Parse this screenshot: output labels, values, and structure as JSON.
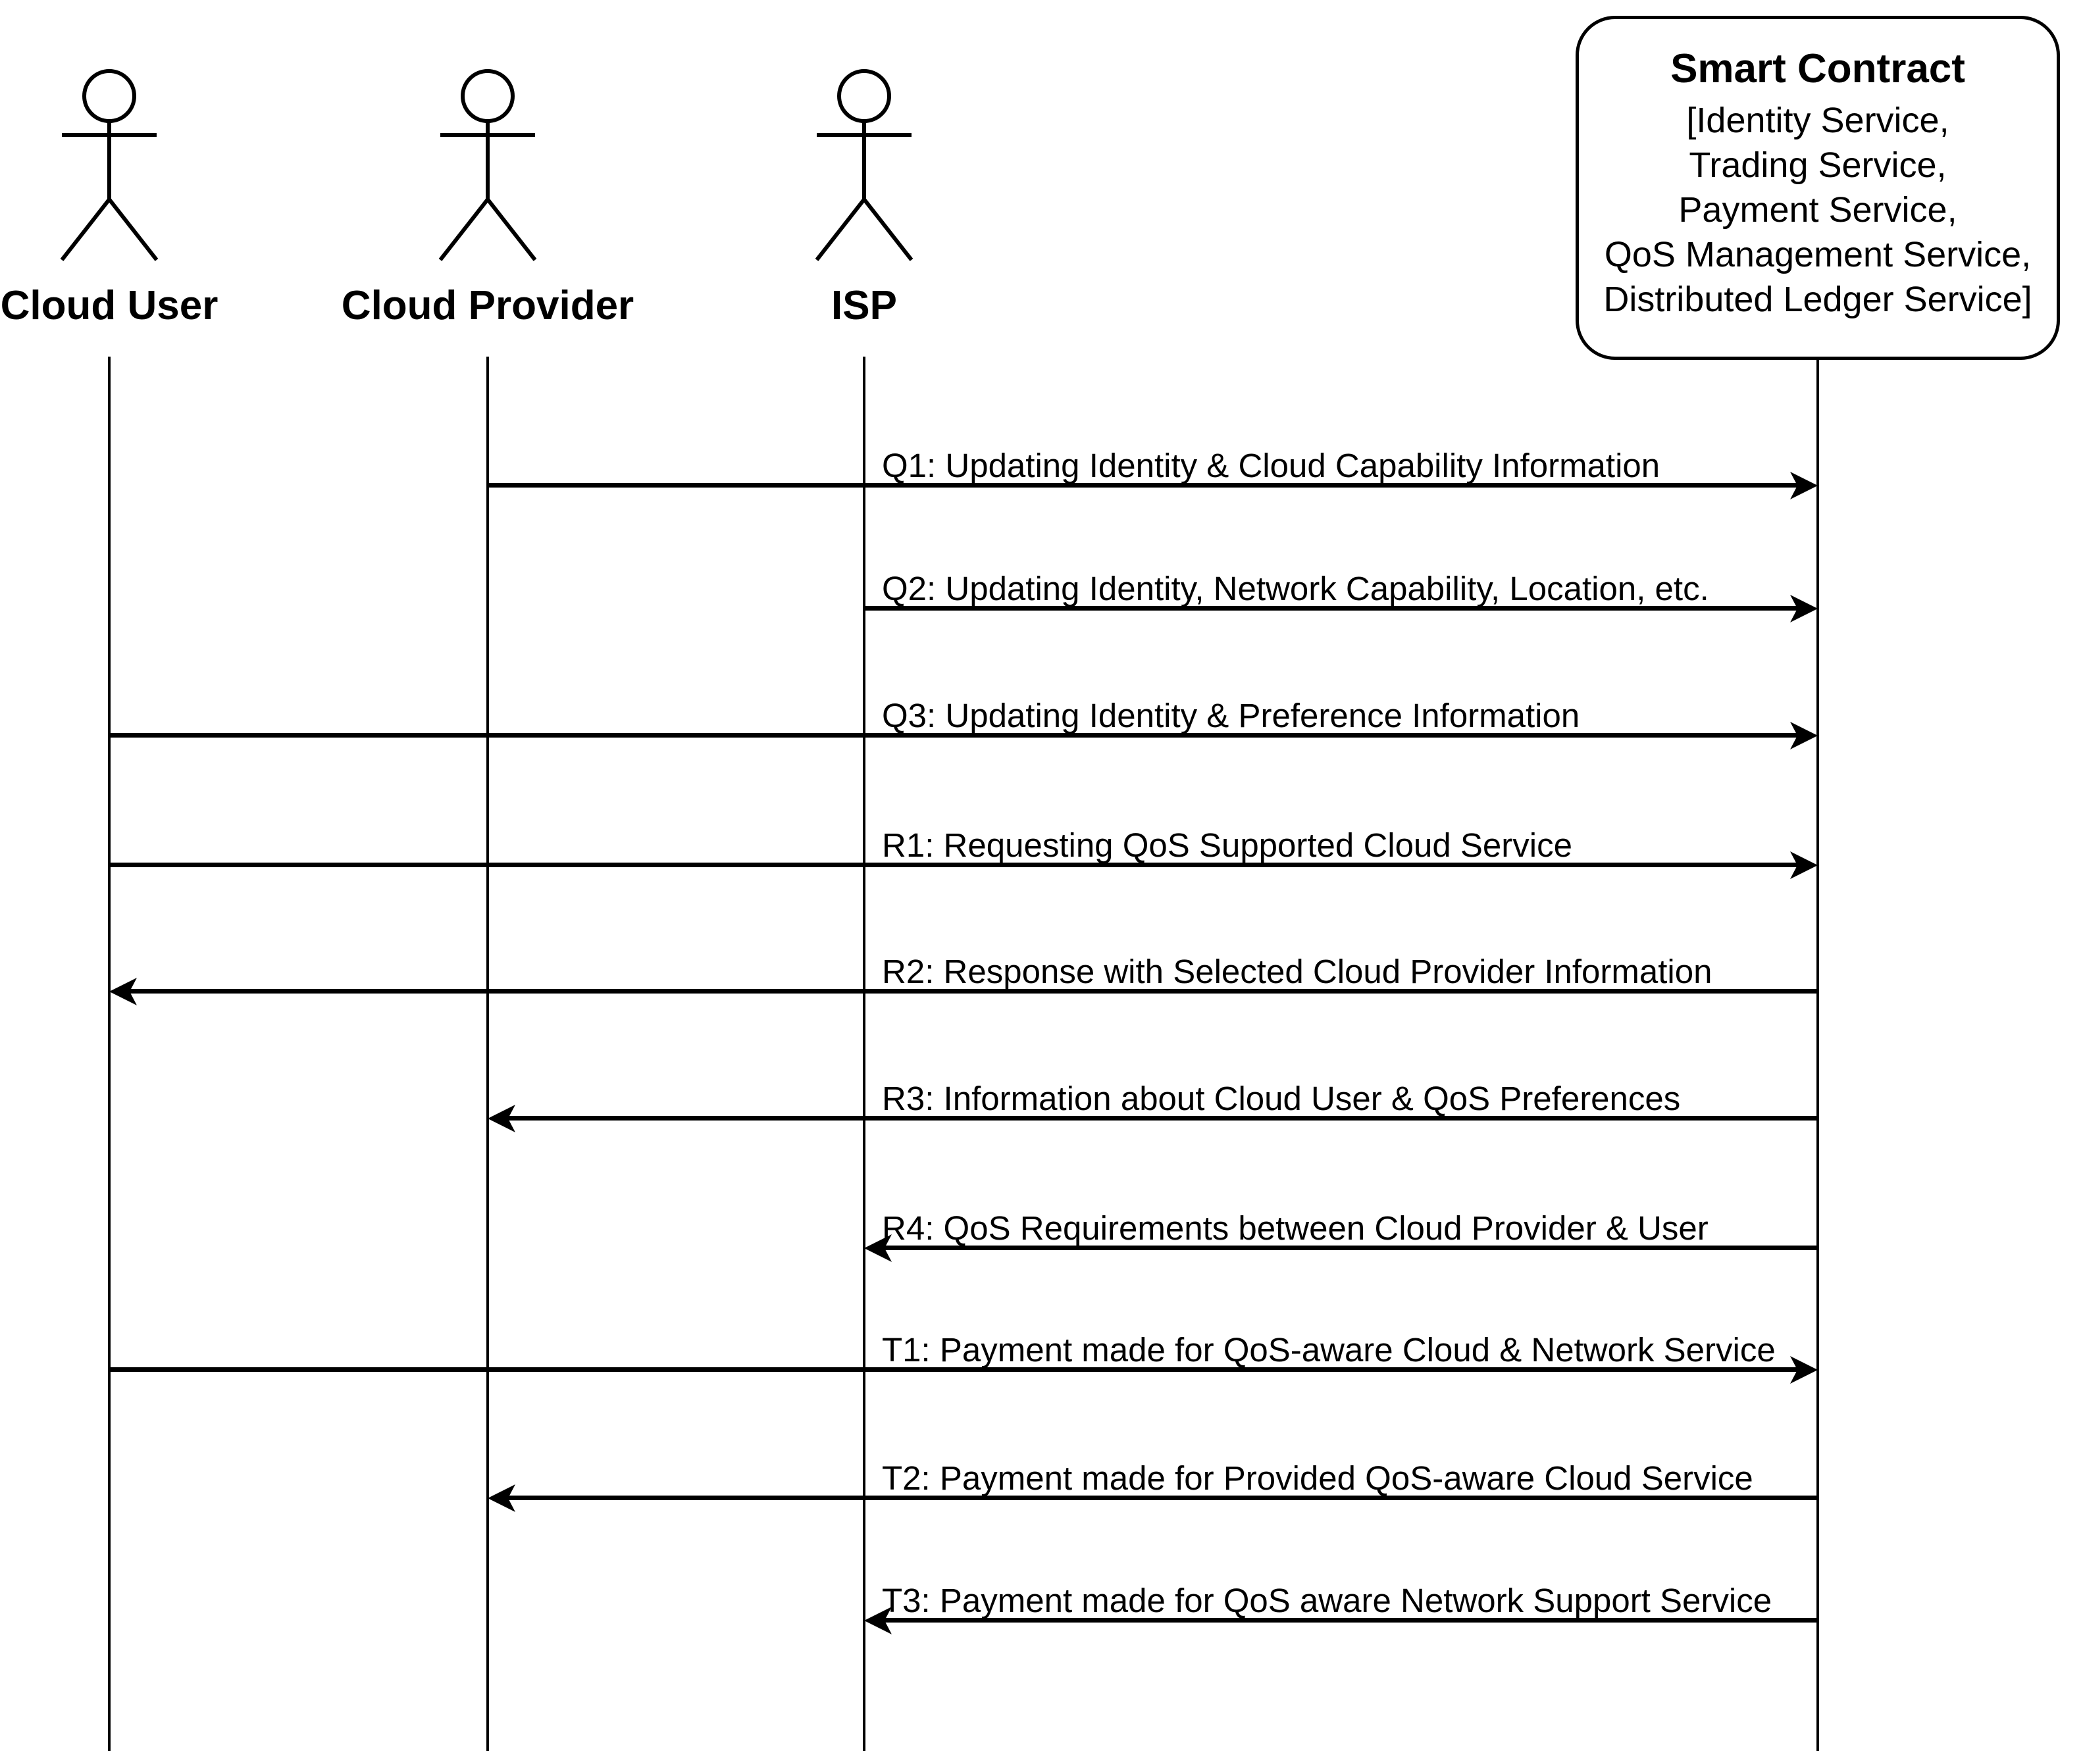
{
  "diagram": {
    "background_color": "#ffffff",
    "stroke_color": "#000000",
    "actors": [
      {
        "id": "cloud-user",
        "label": "Cloud User",
        "type": "person"
      },
      {
        "id": "cloud-provider",
        "label": "Cloud Provider",
        "type": "person"
      },
      {
        "id": "isp",
        "label": "ISP",
        "type": "person"
      },
      {
        "id": "smart-contract",
        "label": "Smart Contract",
        "type": "box",
        "sublabels": [
          "[Identity Service,",
          "Trading Service,",
          "Payment Service,",
          "QoS Management Service,",
          "Distributed Ledger Service]"
        ]
      }
    ],
    "messages": [
      {
        "id": "Q1",
        "label": "Q1: Updating Identity & Cloud Capability Information",
        "from": "cloud-provider",
        "to": "smart-contract"
      },
      {
        "id": "Q2",
        "label": "Q2: Updating Identity, Network Capability, Location, etc.",
        "from": "isp",
        "to": "smart-contract"
      },
      {
        "id": "Q3",
        "label": "Q3: Updating Identity & Preference Information",
        "from": "cloud-user",
        "to": "smart-contract"
      },
      {
        "id": "R1",
        "label": "R1: Requesting QoS Supported Cloud Service",
        "from": "cloud-user",
        "to": "smart-contract"
      },
      {
        "id": "R2",
        "label": "R2: Response with Selected Cloud Provider Information",
        "from": "smart-contract",
        "to": "cloud-user"
      },
      {
        "id": "R3",
        "label": "R3: Information about Cloud User & QoS Preferences",
        "from": "smart-contract",
        "to": "cloud-provider"
      },
      {
        "id": "R4",
        "label": "R4: QoS Requirements between Cloud Provider & User",
        "from": "smart-contract",
        "to": "isp"
      },
      {
        "id": "T1",
        "label": "T1: Payment made for QoS-aware Cloud & Network Service",
        "from": "cloud-user",
        "to": "smart-contract"
      },
      {
        "id": "T2",
        "label": "T2: Payment made for Provided QoS-aware Cloud Service",
        "from": "smart-contract",
        "to": "cloud-provider"
      },
      {
        "id": "T3",
        "label": "T3: Payment made for QoS aware Network Support Service",
        "from": "smart-contract",
        "to": "isp"
      }
    ]
  }
}
